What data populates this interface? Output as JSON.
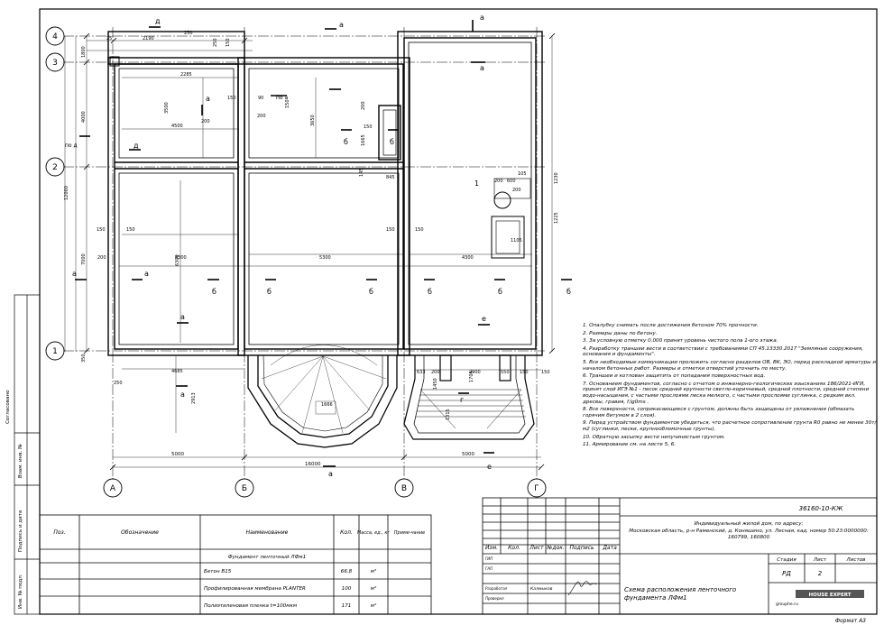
{
  "drawing": {
    "grid_axes": {
      "rows": [
        "4",
        "3",
        "2",
        "1"
      ],
      "cols": [
        "А",
        "Б",
        "В",
        "Г"
      ]
    },
    "dims": {
      "top": [
        "25",
        "2190",
        "250",
        "250",
        "150"
      ],
      "left": [
        "1800",
        "4000",
        "12000",
        "7000",
        "350",
        "250"
      ],
      "inner": [
        "2285",
        "4500",
        "3500",
        "3650",
        "150",
        "200",
        "90",
        "150",
        "200",
        "200",
        "150",
        "1665",
        "145",
        "845",
        "105",
        "600",
        "200",
        "200",
        "1230",
        "1225",
        "1105",
        "4300",
        "5300",
        "4300",
        "6300",
        "200",
        "150",
        "150",
        "150",
        "150",
        "2913",
        "4685",
        "1666",
        "633",
        "200",
        "2900",
        "550",
        "1704",
        "1450",
        "1315",
        "150",
        "150"
      ],
      "bottom": [
        "5000",
        "5000",
        "16000"
      ]
    },
    "section_marks": [
      "а",
      "б",
      "в",
      "г",
      "д",
      "е",
      "по а",
      "по д",
      "1"
    ]
  },
  "notes": [
    "1.  Опалубку снимать после достижения бетоном 70% прочности.",
    "2.  Размеры даны по бетону.",
    "3.  За условную отметку 0.000 принят уровень чистого пола 1-ого этажа.",
    "4.  Разработку траншеи вести в соответствии с требованиями СП 45.13330.2017 \"Земляные сооружения, основания и фундаменты\".",
    "5.  Все необходимые коммуникации проложить согласно разделов ОВ, ВК, ЭО, перед раскладкой арматуры и началом бетонных работ. Размеры и отметки отверстий уточнить по месту.",
    "6.  Траншеи и котлован защитить от попадания поверхностных вод.",
    "7.  Основанием фундаментов, согласно с отчетом о инженерно-геологических изысканиях 186/2021-ИГИ, принят слой ИГЭ №1 - песок средней крупности светло-коричневый, средней плотности, средней степени водо-насыщения, с частыми прослоями песка мелкого, с частыми прослоями суглинка, с редким вкл. дресвы,  гравия,  f,lg0ms .",
    "8.  Все поверхности, соприкасающиеся с грунтом, должны быть защищены от увлажнения (обмазать горячим битумом в 2 слоя).",
    "9.  Перед устройством фундаментов убедиться, что расчетное сопротивление грунта R0 равно не менее 30т/м2 (суглинки, пески, крупнообломочные грунты).",
    "10.  Обратную засыпку вести непучинистым грунтом.",
    "11.  Армирование см. на листе 5, 6."
  ],
  "spec_table": {
    "headers": [
      "Поз.",
      "Обозначение",
      "Наименование",
      "Кол.",
      "Масса, ед., кг",
      "Приме-чание"
    ],
    "group_title": "Фундамент ленточный ЛФм1",
    "rows": [
      {
        "name": "Бетон В15",
        "qty": "66.8",
        "unit": "м³"
      },
      {
        "name": "Профилированная мембрана PLANTER",
        "qty": "100",
        "unit": "м²"
      },
      {
        "name": "Полиэтиленовая пленка t=100мкм",
        "qty": "171",
        "unit": "м²"
      }
    ]
  },
  "side_stamp": [
    "Согласовано",
    "Взам. инв. №",
    "Подпись и дата",
    "Инв. № подл."
  ],
  "title_block": {
    "code": "36160-10-КЖ",
    "object": "Индивидуальный жилой дом, по адресу:",
    "address": "Московская область, р-н Раменский, д. Коняшино, ул. Лесная, кад. номер 50:23:0000000: 160799, 160800",
    "col_headers": [
      "Изм.",
      "Кол.",
      "Лист",
      "№док.",
      "Подпись",
      "Дата"
    ],
    "roles": [
      "ГИП",
      "ГАП",
      "Разработал",
      "Проверил"
    ],
    "developer": "Калмыков",
    "stage_headers": [
      "Стадия",
      "Лист",
      "Листов"
    ],
    "stage": "РД",
    "sheet": "2",
    "sheets_total": "",
    "sheet_title": "Схема расположения ленточного фундамента ЛФм1",
    "logo_text": "HOUSE EXPERT",
    "site": "grouphe.ru",
    "format": "Формат А3"
  }
}
